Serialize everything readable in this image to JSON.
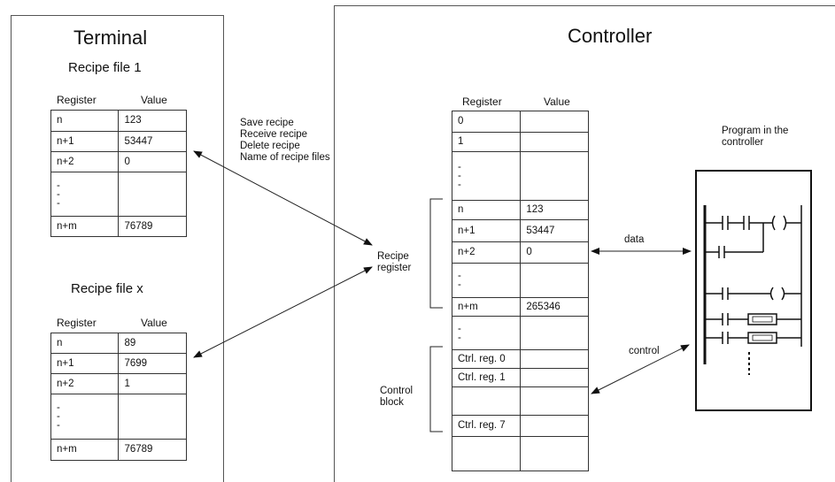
{
  "terminal": {
    "title": "Terminal",
    "file1": {
      "title": "Recipe file 1",
      "col_register": "Register",
      "col_value": "Value",
      "rows": [
        {
          "register": "n",
          "value": "123"
        },
        {
          "register": "n+1",
          "value": "53447"
        },
        {
          "register": "n+2",
          "value": "0"
        },
        {
          "register": "-",
          "value": ""
        },
        {
          "register": "n+m",
          "value": "76789"
        }
      ]
    },
    "filex": {
      "title": "Recipe file x",
      "col_register": "Register",
      "col_value": "Value",
      "rows": [
        {
          "register": "n",
          "value": "89"
        },
        {
          "register": "n+1",
          "value": "7699"
        },
        {
          "register": "n+2",
          "value": "1"
        },
        {
          "register": "-",
          "value": ""
        },
        {
          "register": "n+m",
          "value": "76789"
        }
      ]
    }
  },
  "operations": [
    "Save recipe",
    "Receive recipe",
    "Delete recipe",
    "Name of recipe files"
  ],
  "controller": {
    "title": "Controller",
    "col_register": "Register",
    "col_value": "Value",
    "rows": [
      {
        "register": "0",
        "value": ""
      },
      {
        "register": "1",
        "value": ""
      },
      {
        "register": "-",
        "value": ""
      },
      {
        "register": "n",
        "value": "123"
      },
      {
        "register": "n+1",
        "value": "53447"
      },
      {
        "register": "n+2",
        "value": "0"
      },
      {
        "register": "-",
        "value": ""
      },
      {
        "register": "n+m",
        "value": "265346"
      },
      {
        "register": "-",
        "value": ""
      },
      {
        "register": "Ctrl. reg. 0",
        "value": ""
      },
      {
        "register": "Ctrl. reg. 1",
        "value": ""
      },
      {
        "register": "",
        "value": ""
      },
      {
        "register": "Ctrl. reg. 7",
        "value": ""
      },
      {
        "register": "",
        "value": ""
      }
    ],
    "recipe_register_label": [
      "Recipe",
      "register"
    ],
    "control_block_label": [
      "Control",
      "block"
    ],
    "data_label": "data",
    "control_label": "control",
    "program_label": [
      "Program in the",
      "controller"
    ]
  }
}
